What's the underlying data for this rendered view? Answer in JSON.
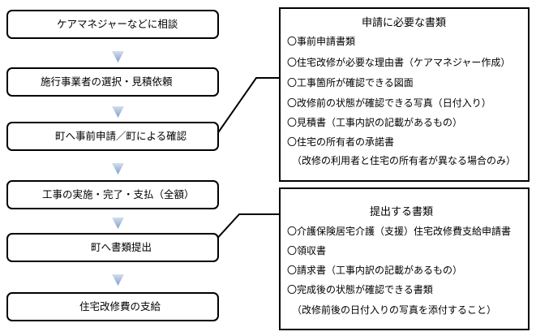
{
  "steps": [
    {
      "label": "ケアマネジャーなどに相談"
    },
    {
      "label": "施行事業者の選択・見積依頼"
    },
    {
      "label": "町へ事前申請／町による確認"
    },
    {
      "label": "工事の実施・完了・支払（全額）"
    },
    {
      "label": "町へ書類提出"
    },
    {
      "label": "住宅改修費の支給"
    }
  ],
  "panel_application": {
    "title": "申請に必要な書類",
    "items": [
      "〇事前申請書類",
      "〇住宅改修が必要な理由書（ケアマネジャー作成）",
      "〇工事箇所が確認できる図面",
      "〇改修前の状態が確認できる写真（日付入り）",
      "〇見積書（工事内訳の記載があるもの）",
      "〇住宅の所有者の承諾書",
      "（改修の利用者と住宅の所有者が異なる場合のみ）"
    ]
  },
  "panel_submission": {
    "title": "提出する書類",
    "items": [
      "〇介護保険居宅介護（支援）住宅改修費支給申請書",
      "〇領収書",
      "〇請求書（工事内訳の記載があるもの）",
      "〇完成後の状態が確認できる書類",
      "（改修前後の日付入りの写真を添付すること）"
    ]
  },
  "colors": {
    "arrow_top": "#d3dfee",
    "arrow_bottom": "#7f9fcb",
    "border": "#000000"
  }
}
